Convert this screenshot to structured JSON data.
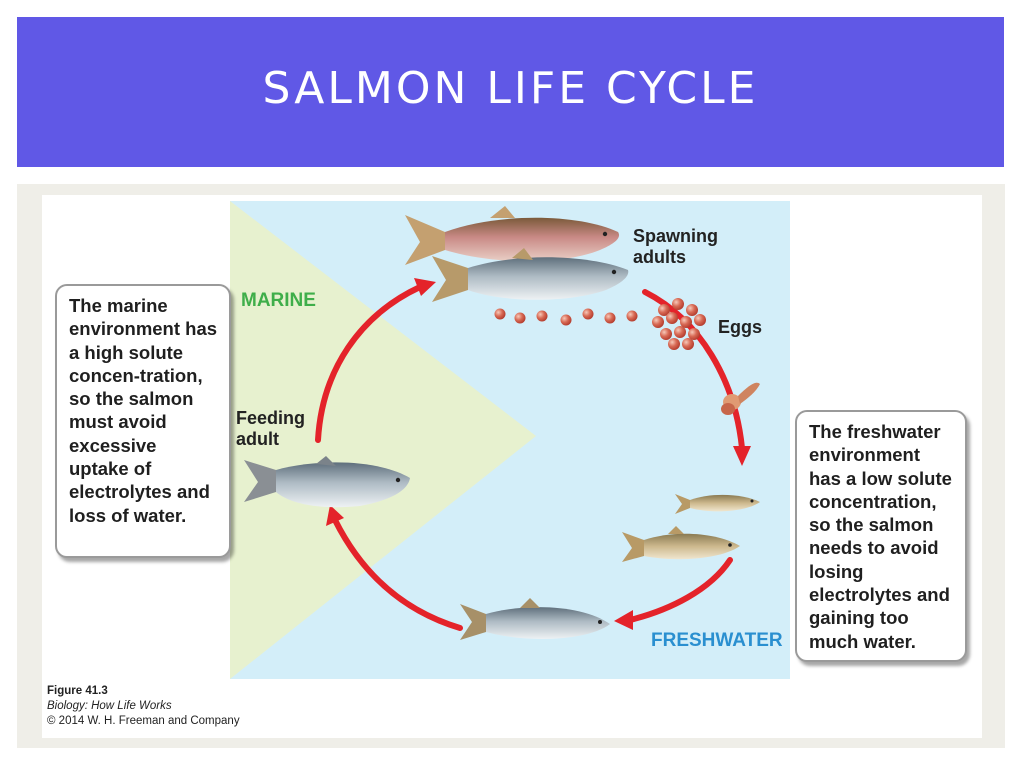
{
  "slide": {
    "title": "SALMON LIFE CYCLE"
  },
  "diagram": {
    "regions": {
      "marine": "MARINE",
      "freshwater": "FRESHWATER"
    },
    "stages": {
      "spawning": "Spawning adults",
      "eggs": "Eggs",
      "feeding": "Feeding adult"
    },
    "callouts": {
      "marine": "The marine environment has a high solute concen-tration, so the salmon must avoid excessive uptake of electrolytes and loss of water.",
      "freshwater": "The freshwater environment has a low solute concentration, so the salmon needs to avoid losing electrolytes and gaining too much water."
    },
    "caption": {
      "figure": "Figure 41.3",
      "book": "Biology: How Life Works",
      "copyright": "© 2014 W. H. Freeman and Company"
    },
    "colors": {
      "header": "#6058e6",
      "freshwater_bg": "#d3eef9",
      "marine_bg": "#e7f1cf",
      "arrow": "#e4232a",
      "marine_label": "#3fae4a",
      "freshwater_label": "#2a8fd0"
    }
  }
}
